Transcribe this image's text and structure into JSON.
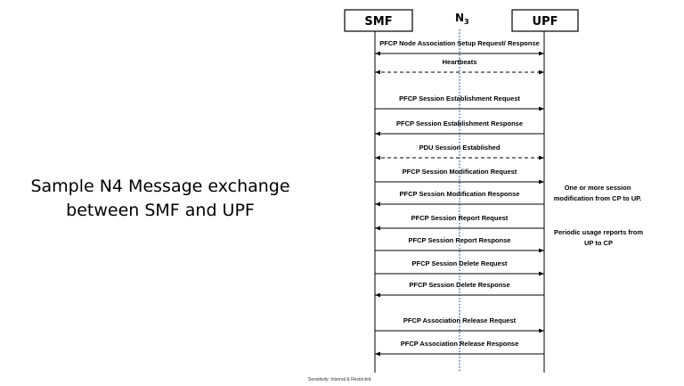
{
  "title": {
    "line1": "Sample N4 Message exchange",
    "line2": "between SMF and UPF"
  },
  "entities": {
    "smf": "SMF",
    "upf": "UPF",
    "n3_base": "N",
    "n3_sub": "3"
  },
  "messages": [
    {
      "label": "PFCP Node Association Setup Request/ Response",
      "direction": "both",
      "style": "solid"
    },
    {
      "label": "Heartbeats",
      "direction": "both",
      "style": "dashed"
    },
    {
      "label": "PFCP Session Establishment Request",
      "direction": "right",
      "style": "solid"
    },
    {
      "label": "PFCP Session Establishment Response",
      "direction": "left",
      "style": "solid"
    },
    {
      "label": "PDU Session Established",
      "direction": "both",
      "style": "dashed"
    },
    {
      "label": "PFCP Session Modification Request",
      "direction": "right",
      "style": "solid"
    },
    {
      "label": "PFCP Session Modification Response",
      "direction": "left",
      "style": "solid"
    },
    {
      "label": "PFCP Session Report Request",
      "direction": "left",
      "style": "solid"
    },
    {
      "label": "PFCP Session Report Response",
      "direction": "right",
      "style": "solid"
    },
    {
      "label": "PFCP Session Delete Request",
      "direction": "right",
      "style": "solid"
    },
    {
      "label": "PFCP Session Delete Response",
      "direction": "left",
      "style": "solid"
    },
    {
      "label": "PFCP Association Release Request",
      "direction": "right",
      "style": "solid"
    },
    {
      "label": "PFCP Association Release Response",
      "direction": "left",
      "style": "solid"
    }
  ],
  "notes": [
    {
      "line1": "One or more session",
      "line2": "modification from CP to UP."
    },
    {
      "line1": "Periodic usage reports from",
      "line2": "UP to CP"
    }
  ],
  "footer": "Sensitivity: Internal & Restricted",
  "colors": {
    "n3_line": "#2a4b9b",
    "lines": "#000000"
  }
}
